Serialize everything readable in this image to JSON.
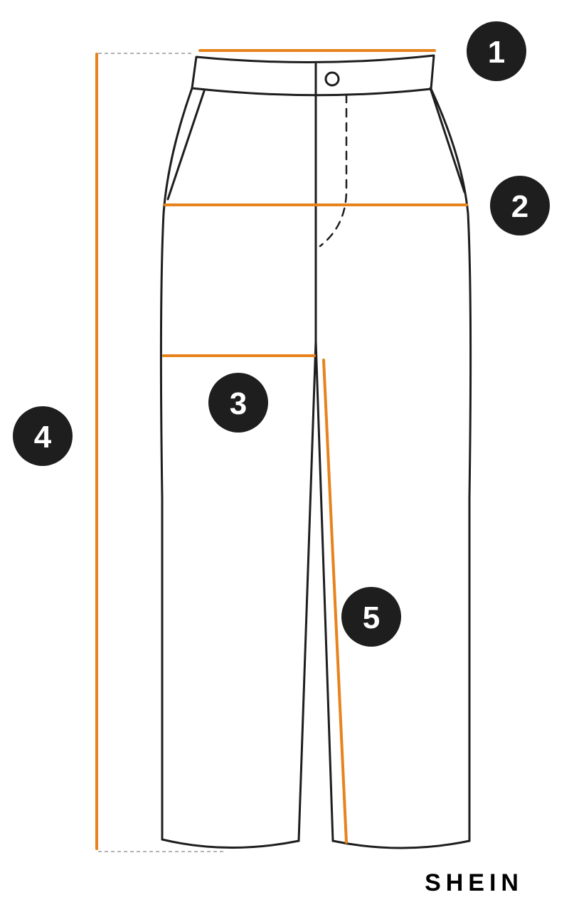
{
  "colors": {
    "outline": "#1e1e1e",
    "measure": "#e8821c",
    "badge": "#1e1e1e",
    "badge_text": "#ffffff",
    "guide": "#9a9a9a"
  },
  "markers": {
    "waist": {
      "number": "1"
    },
    "hip": {
      "number": "2"
    },
    "thigh": {
      "number": "3"
    },
    "length": {
      "number": "4"
    },
    "inseam": {
      "number": "5"
    }
  },
  "brand": {
    "logo_text": "SHEIN"
  }
}
